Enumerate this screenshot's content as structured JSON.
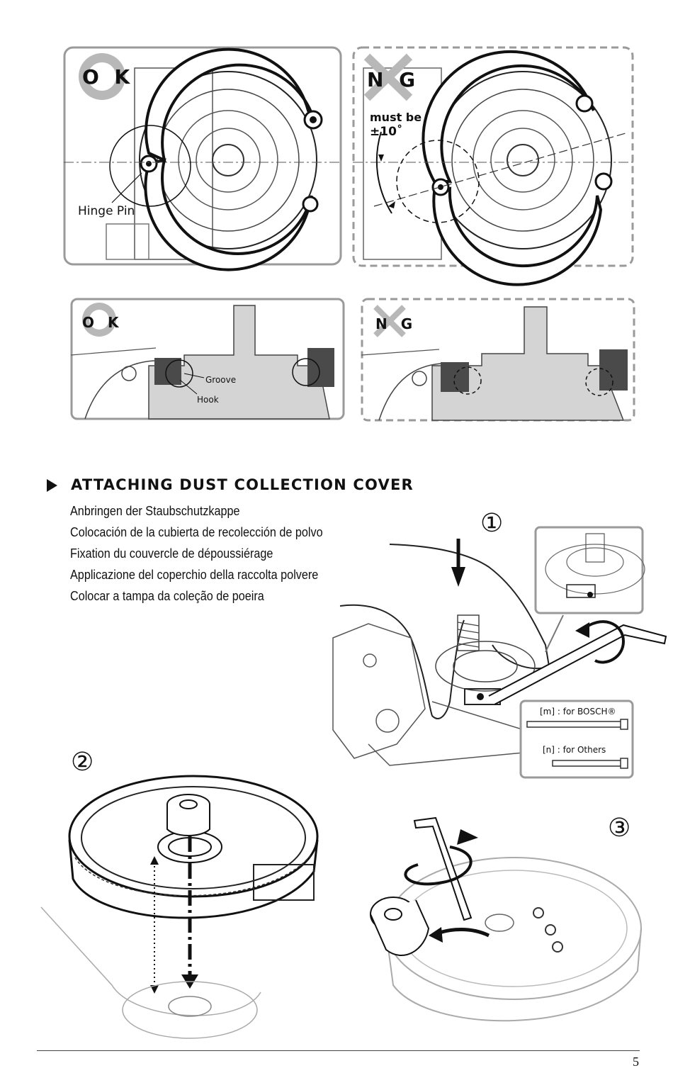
{
  "diagrams_top": {
    "ok_badge": "O K",
    "ng_badge": "N G",
    "hinge_pin_label": "Hinge Pin",
    "must_be_label": "must be",
    "angle_label": "±10˚"
  },
  "diagrams_mid": {
    "ok_badge": "O K",
    "ng_badge": "N G",
    "groove_label": "Groove",
    "hook_label": "Hook"
  },
  "section": {
    "heading": "ATTACHING DUST COLLECTION COVER",
    "translations": [
      "Anbringen der Staubschutzkappe",
      "Colocación de la cubierta de recolección de polvo",
      "Fixation du couvercle de dépoussiérage",
      "Applicazione del coperchio della raccolta polvere",
      "Colocar a tampa da coleção de poeira"
    ]
  },
  "steps": {
    "step1": "①",
    "step2": "②",
    "step3": "③"
  },
  "screw_box": {
    "m_label": "[m] : for BOSCH®",
    "n_label": "[n] : for Others"
  },
  "footer": {
    "page_number": "5"
  },
  "colors": {
    "ink": "#111111",
    "frame": "#9a9a9a",
    "fill_gray": "#d4d4d4",
    "dark_block": "#4a4a4a",
    "badge_gray": "#b8b8b8"
  },
  "icons": [
    "triangle-bullet-icon",
    "ok-circle-icon",
    "ng-cross-icon",
    "arrow-icon",
    "hex-key-icon"
  ]
}
